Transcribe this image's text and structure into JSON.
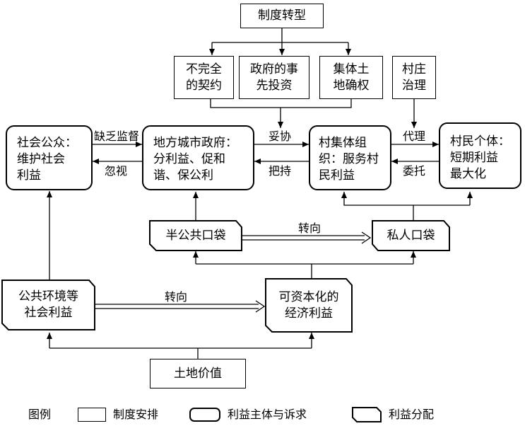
{
  "nodes": {
    "institutional_change": "制度转型",
    "incomplete_contract": "不完全\n的契约",
    "gov_preinvest": "政府的事\n先投资",
    "collective_land": "集体土\n地确权",
    "village_gov": "村庄\n治理",
    "public": "社会公众：\n维护社会\n利益",
    "local_gov": "地方城市政府：\n分利益、促和\n谐、保公利",
    "village_collective": "村集体组\n织：服务村\n民利益",
    "villager": "村民个体：\n短期利益\n最大化",
    "semi_public_pocket": "半公共口袋",
    "private_pocket": "私人口袋",
    "public_env": "公共环境等\n社会利益",
    "capital_econ": "可资本化的\n经济利益",
    "land_value": "土地价值"
  },
  "edge_labels": {
    "supervise": "缺乏监督",
    "ignore": "忽视",
    "compromise": "妥协",
    "control": "把持",
    "agent": "代理",
    "entrust": "委托",
    "turn1": "转向",
    "turn2": "转向"
  },
  "legend": {
    "title": "图例",
    "institution": "制度安排",
    "subject": "利益主体与诉求",
    "distribution": "利益分配"
  }
}
